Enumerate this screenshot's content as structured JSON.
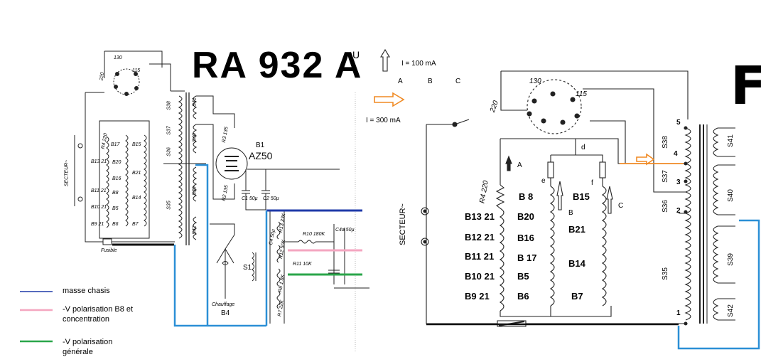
{
  "colors": {
    "ink": "#111111",
    "masse_chassis": "#1f3aa8",
    "polarisation_b8": "#f4a6c0",
    "polarisation_generale": "#2aa64a",
    "cyan_wire": "#2b8fd6",
    "orange_arrow": "#f08a24"
  },
  "left_schematic": {
    "title": "RA 932 A",
    "edge_label": "U",
    "sector_label": "SECTEUR~",
    "selector_labels": [
      "130",
      "115",
      "220"
    ],
    "fuse_label": "Fusible",
    "coil_left": [
      "B17",
      "B13 21",
      "B11 21",
      "B10 21",
      "B9 21"
    ],
    "coil_mid": [
      "B15",
      "B20",
      "B16",
      "B8",
      "B5",
      "B6"
    ],
    "coil_right": [
      "B21",
      "B14",
      "B7"
    ],
    "resistor_r4": "R4 220",
    "tube_name": "B1",
    "tube_type": "AZ50",
    "resistors": [
      "R3 135",
      "R2 135",
      "R13 33K",
      "R10 180K",
      "R12 50K",
      "R11 10K",
      "R8 1,8K",
      "R7 22K"
    ],
    "caps": [
      "C1 50µ",
      "C2 50µ",
      "C4 50µ",
      "C4a 50µ"
    ],
    "choke": "S1",
    "heater_label": "Chauffage",
    "heater_name": "B4",
    "windings": [
      "S38",
      "S37",
      "S36",
      "S35",
      "S39",
      "S40",
      "S41",
      "S42"
    ]
  },
  "legend": [
    {
      "label": "masse chasis",
      "color_key": "masse_chassis"
    },
    {
      "label": "-V polarisation  B8 et concentration",
      "color_key": "polarisation_b8"
    },
    {
      "label": "-V polarisation générale",
      "color_key": "polarisation_generale"
    }
  ],
  "right_schematic": {
    "arrow_current_a": "I = 100 mA",
    "arrow_current_b": "I = 300 mA",
    "abc": [
      "A",
      "B",
      "C"
    ],
    "sector_label": "SECTEUR~",
    "selector_labels": [
      "130",
      "115",
      "220"
    ],
    "junction_labels": [
      "d",
      "e",
      "f"
    ],
    "branch_labels": [
      "A",
      "B",
      "C"
    ],
    "resistor": "R4 220",
    "coil_left": [
      "B13 21",
      "B12 21",
      "B11 21",
      "B10 21",
      "B9 21"
    ],
    "coil_mid": [
      "B 8",
      "B20",
      "B16",
      "B 17",
      "B5",
      "B6"
    ],
    "coil_right": [
      "B15",
      "B21",
      "B14",
      "B7"
    ],
    "windings": [
      "S38",
      "S37",
      "S36",
      "S35",
      "S39",
      "S40",
      "S41",
      "S42"
    ],
    "pins": [
      "5",
      "4",
      "3",
      "2",
      "1"
    ],
    "big_letter": "F"
  }
}
